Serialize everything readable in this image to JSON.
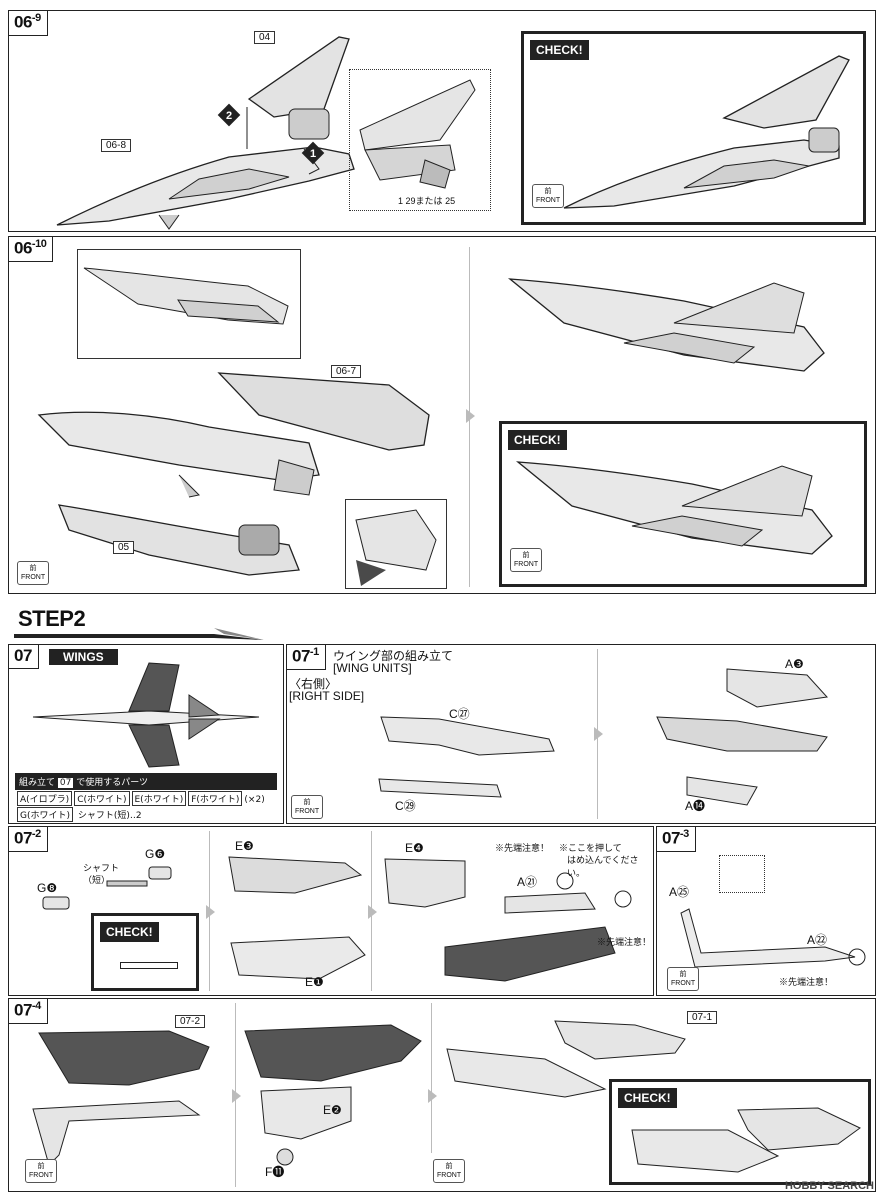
{
  "panels": {
    "p0609": {
      "tag_main": "06",
      "tag_sub": "-9",
      "ref_04": "04",
      "ref_068": "06-8",
      "inset_note": "29または",
      "inset_note_num1": "1",
      "inset_note_num2": "25"
    },
    "p0610": {
      "tag_main": "06",
      "tag_sub": "-10",
      "ref_067": "06-7",
      "ref_05": "05"
    },
    "p0701": {
      "tag_main": "07",
      "tag_sub": "-1",
      "title_jp": "ウイング部の組み立て",
      "title_en": "[WING UNITS]",
      "side_jp": "〈右側〉",
      "side_en": "[RIGHT SIDE]",
      "part_c27": "C㉗",
      "part_c29": "C㉙",
      "part_a3": "A❸",
      "part_a14": "A⓮"
    },
    "p0702": {
      "tag_main": "07",
      "tag_sub": "-2",
      "shaft_label": "シャフト",
      "shaft_sub": "（短）",
      "part_g6": "G❻",
      "part_g8": "G❽",
      "part_e3": "E❸",
      "part_e1": "E❶",
      "part_e4": "E❹",
      "part_a21": "A㉑",
      "note_tip1": "※先端注意！",
      "note_press": "※ここを押して",
      "note_press2": "はめ込んでください。",
      "note_tip2": "※先端注意！"
    },
    "p0703": {
      "tag_main": "07",
      "tag_sub": "-3",
      "part_a25": "A㉕",
      "part_a22": "A㉒",
      "note_tip": "※先端注意！"
    },
    "p0704": {
      "tag_main": "07",
      "tag_sub": "-4",
      "ref_072": "07-2",
      "ref_071": "07-1",
      "part_e2": "E❷",
      "part_f11": "F⓫"
    }
  },
  "step2": {
    "title": "STEP2"
  },
  "wings": {
    "tag_main": "07",
    "tag_name": "WINGS",
    "parts_heading_a": "組み立て",
    "parts_heading_num": "07",
    "parts_heading_b": "で使用するパーツ",
    "parts": [
      "A(イロプラ)",
      "C(ホワイト)",
      "E(ホワイト)",
      "F(ホワイト)"
    ],
    "parts_mult": "(×2)",
    "part_g": "G(ホワイト)",
    "shaft": "シャフト(短)‥2"
  },
  "check_label": "CHECK!",
  "front_jp": "前",
  "front_en": "FRONT",
  "watermark": "HOBBY SEARCH",
  "colors": {
    "line": "#222222",
    "tone": "#cfcfcf",
    "dark": "#4a4a4a",
    "arrow": "#bbbbbb"
  }
}
